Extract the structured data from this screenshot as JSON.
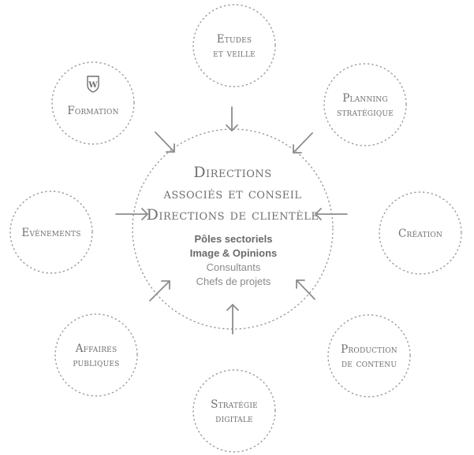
{
  "center": {
    "title_lines": [
      "Directions",
      "associés et conseil",
      "Directions de clientèle"
    ],
    "body_lines": [
      {
        "text": "Pôles sectoriels",
        "bold": true
      },
      {
        "text": "Image & Opinions",
        "bold": true
      },
      {
        "text": "Consultants",
        "bold": false
      },
      {
        "text": "Chefs de projets",
        "bold": false
      }
    ]
  },
  "satellites": [
    {
      "id": "etudes",
      "icon": "",
      "lines": [
        "Etudes",
        "et veille"
      ]
    },
    {
      "id": "planning",
      "icon": "",
      "lines": [
        "Planning",
        "stratégique"
      ]
    },
    {
      "id": "creation",
      "icon": "",
      "lines": [
        "Création"
      ]
    },
    {
      "id": "production",
      "icon": "",
      "lines": [
        "Production",
        "de contenu"
      ]
    },
    {
      "id": "strategie",
      "icon": "",
      "lines": [
        "Stratégie",
        "digitale"
      ]
    },
    {
      "id": "affaires",
      "icon": "",
      "lines": [
        "Affaires",
        "publiques"
      ]
    },
    {
      "id": "evenements",
      "icon": "",
      "lines": [
        "Evénements"
      ]
    },
    {
      "id": "formation",
      "icon": "shield-w-icon",
      "lines": [
        "Formation"
      ]
    }
  ],
  "colors": {
    "text": "#6f6f6f",
    "dots": "#9a9a9a",
    "arrows": "#8d8d8d"
  }
}
